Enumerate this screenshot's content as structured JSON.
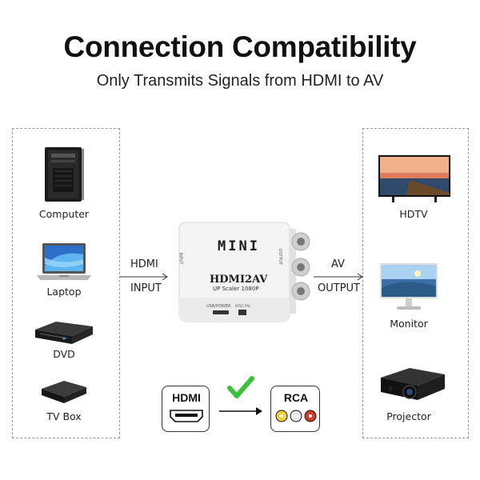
{
  "header": {
    "title": "Connection Compatibility",
    "subtitle": "Only Transmits Signals from HDMI to AV"
  },
  "sources": {
    "items": [
      {
        "label": "Computer",
        "icon": "computer-tower-icon"
      },
      {
        "label": "Laptop",
        "icon": "laptop-icon"
      },
      {
        "label": "DVD",
        "icon": "dvd-player-icon"
      },
      {
        "label": "TV Box",
        "icon": "tv-box-icon"
      }
    ]
  },
  "outputs": {
    "items": [
      {
        "label": "HDTV",
        "icon": "hdtv-icon"
      },
      {
        "label": "Monitor",
        "icon": "monitor-icon"
      },
      {
        "label": "Projector",
        "icon": "projector-icon"
      }
    ]
  },
  "converter": {
    "brand": "MINI",
    "model": "HDMI2AV",
    "tagline": "UP Scaler 1080P",
    "input_port": "INPUT",
    "output_port": "OUTPUT",
    "usb_port": "USB/POWER",
    "mode_switch": "NTSC PAL"
  },
  "connection": {
    "input_line1": "HDMI",
    "input_line2": "INPUT",
    "output_line1": "AV",
    "output_line2": "OUTPUT"
  },
  "legend": {
    "from_label": "HDMI",
    "to_label": "RCA",
    "check_icon": "checkmark-icon",
    "colors": {
      "check": "#3cc23a",
      "rca_yellow": "#f2d13a",
      "rca_white": "#e8e8e8",
      "rca_red": "#d23a2a"
    }
  }
}
